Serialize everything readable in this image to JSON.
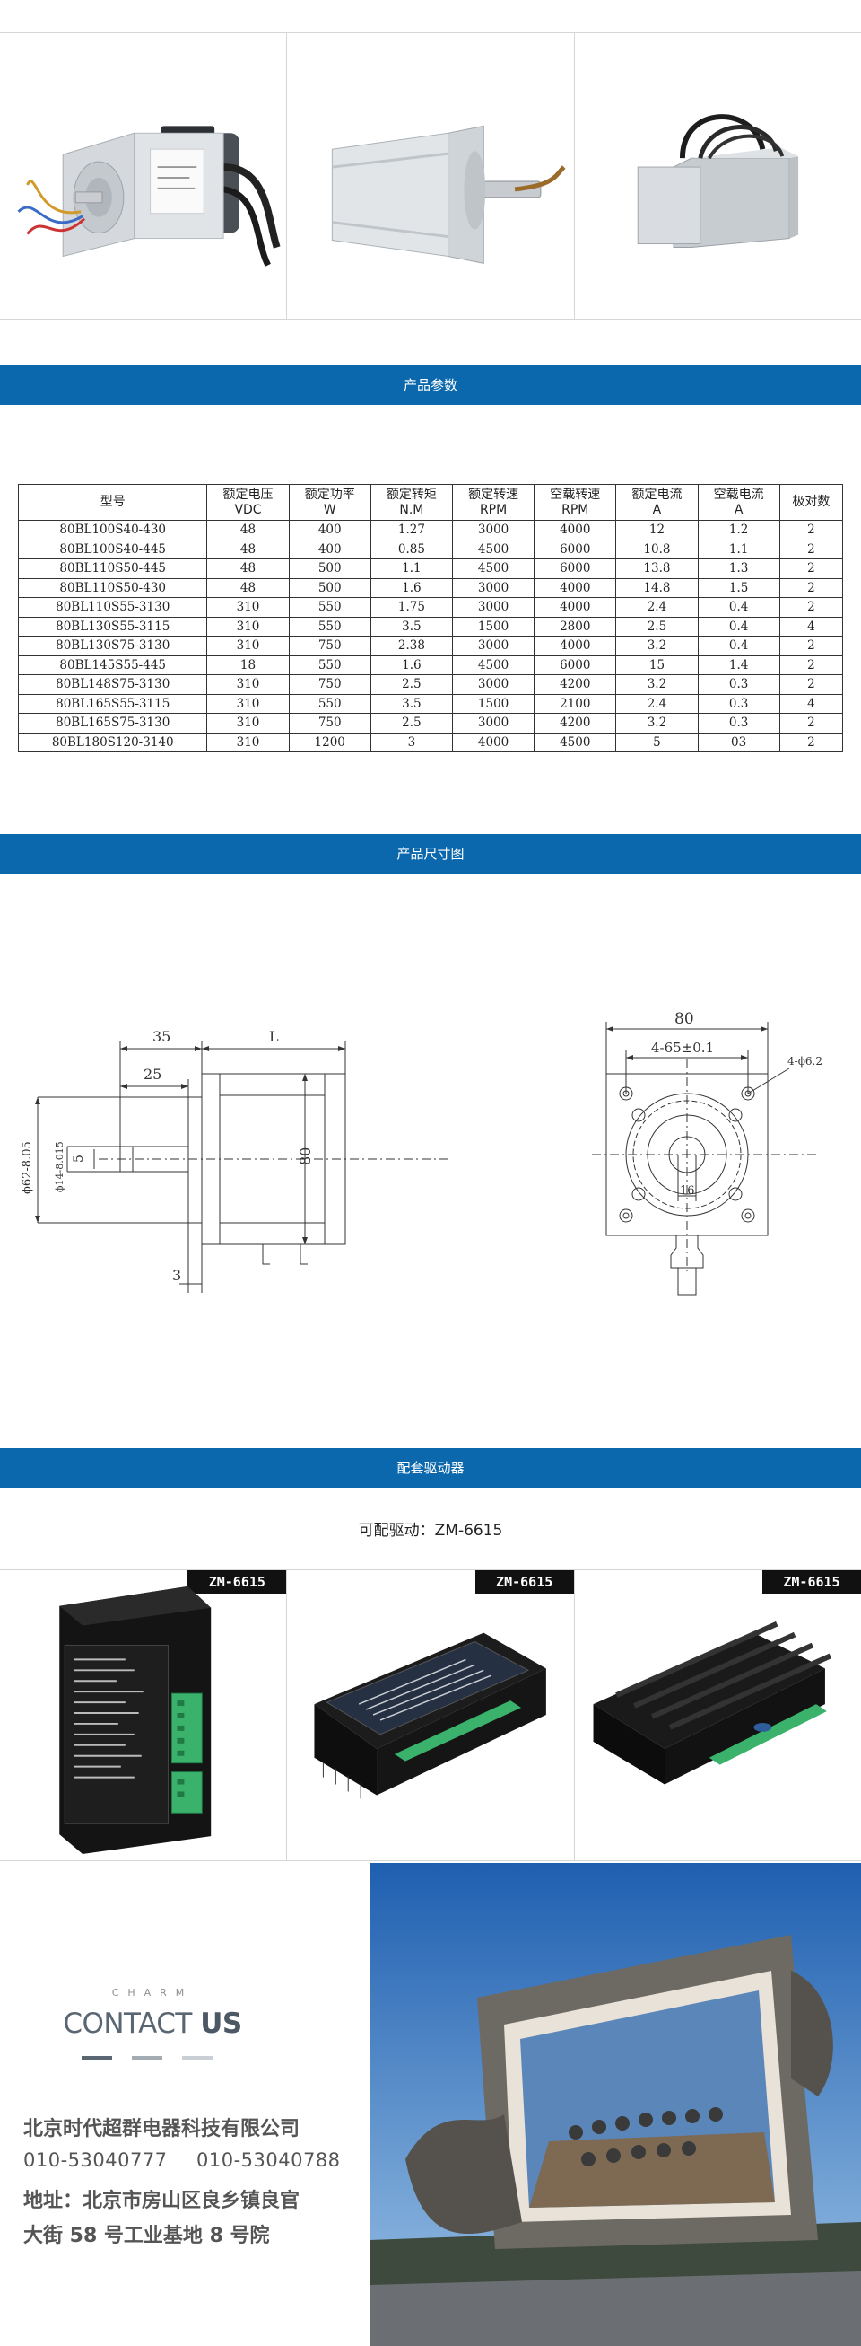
{
  "colors": {
    "accent": "#0b68ad",
    "model_tag_bg": "#111111",
    "aluminum": "#d9dde1",
    "driver_green": "#3bb26b"
  },
  "sections": {
    "params_title": "产品参数",
    "dims_title": "产品尺寸图",
    "driver_title": "配套驱动器"
  },
  "spec_table": {
    "headers": [
      [
        "型号",
        ""
      ],
      [
        "额定电压",
        "VDC"
      ],
      [
        "额定功率",
        "W"
      ],
      [
        "额定转矩",
        "N.M"
      ],
      [
        "额定转速",
        "RPM"
      ],
      [
        "空载转速",
        "RPM"
      ],
      [
        "额定电流",
        "A"
      ],
      [
        "空载电流",
        "A"
      ],
      [
        "极对数",
        ""
      ]
    ],
    "rows": [
      [
        "80BL100S40-430",
        "48",
        "400",
        "1.27",
        "3000",
        "4000",
        "12",
        "1.2",
        "2"
      ],
      [
        "80BL100S40-445",
        "48",
        "400",
        "0.85",
        "4500",
        "6000",
        "10.8",
        "1.1",
        "2"
      ],
      [
        "80BL110S50-445",
        "48",
        "500",
        "1.1",
        "4500",
        "6000",
        "13.8",
        "1.3",
        "2"
      ],
      [
        "80BL110S50-430",
        "48",
        "500",
        "1.6",
        "3000",
        "4000",
        "14.8",
        "1.5",
        "2"
      ],
      [
        "80BL110S55-3130",
        "310",
        "550",
        "1.75",
        "3000",
        "4000",
        "2.4",
        "0.4",
        "2"
      ],
      [
        "80BL130S55-3115",
        "310",
        "550",
        "3.5",
        "1500",
        "2800",
        "2.5",
        "0.4",
        "4"
      ],
      [
        "80BL130S75-3130",
        "310",
        "750",
        "2.38",
        "3000",
        "4000",
        "3.2",
        "0.4",
        "2"
      ],
      [
        "80BL145S55-445",
        "18",
        "550",
        "1.6",
        "4500",
        "6000",
        "15",
        "1.4",
        "2"
      ],
      [
        "80BL148S75-3130",
        "310",
        "750",
        "2.5",
        "3000",
        "4200",
        "3.2",
        "0.3",
        "2"
      ],
      [
        "80BL165S55-3115",
        "310",
        "550",
        "3.5",
        "1500",
        "2100",
        "2.4",
        "0.3",
        "4"
      ],
      [
        "80BL165S75-3130",
        "310",
        "750",
        "2.5",
        "3000",
        "4200",
        "3.2",
        "0.3",
        "2"
      ],
      [
        "80BL180S120-3140",
        "310",
        "1200",
        "3",
        "4000",
        "4500",
        "5",
        "03",
        "2"
      ]
    ]
  },
  "dimensions": {
    "side": {
      "dim_35": "35",
      "dim_L": "L",
      "dim_25": "25",
      "dim_80": "80",
      "dim_5": "5",
      "dim_3": "3",
      "phi_62": "ϕ62-8.05",
      "phi_14": "ϕ14-8.015"
    },
    "front": {
      "dim_80": "80",
      "dim_65": "4-65±0.1",
      "holes": "4-ϕ6.2",
      "dim_16": "16"
    }
  },
  "driver": {
    "caption": "可配驱动：ZM-6615",
    "model": "ZM-6615"
  },
  "contact": {
    "charm": "CHARM",
    "contact_word": "CONTACT",
    "us_word": "US",
    "company": "北京时代超群电器科技有限公司",
    "phone1": "010-53040777",
    "phone2": "010-53040788",
    "address_line1": "地址：北京市房山区良乡镇良官",
    "address_line2": "大街 58 号工业基地 8 号院"
  }
}
